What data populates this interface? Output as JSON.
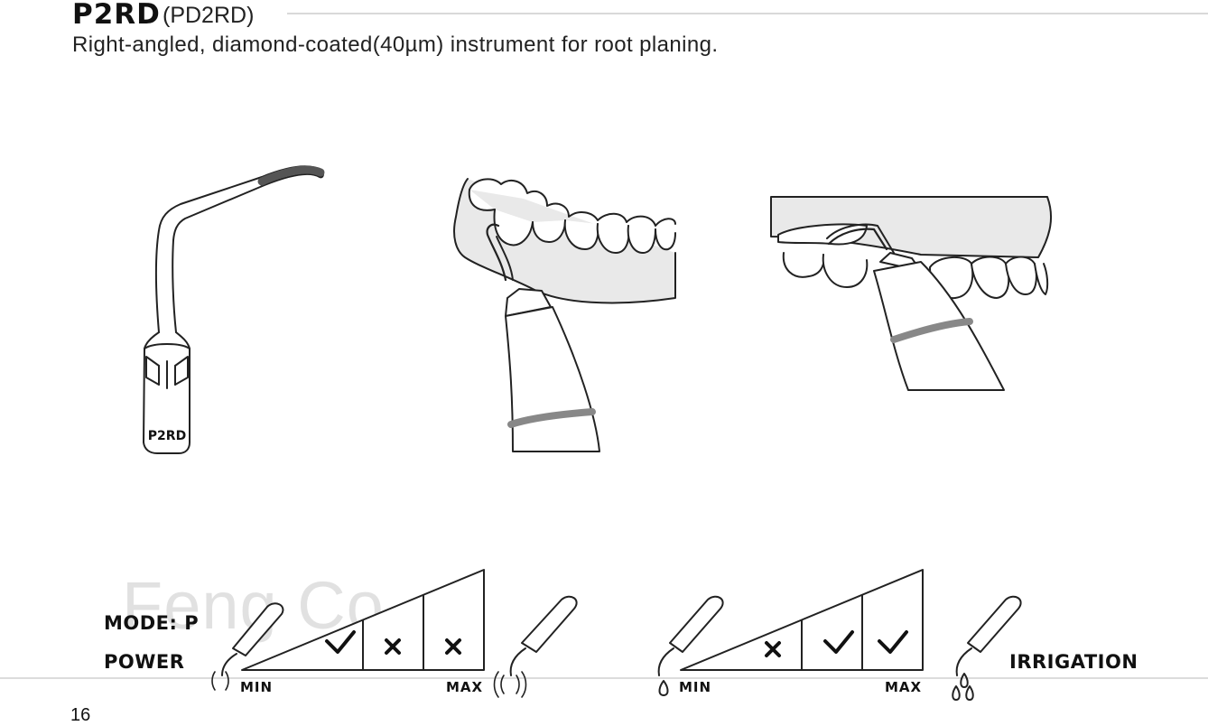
{
  "header": {
    "code": "P2RD",
    "alt_code": "(PD2RD)",
    "description": "Right-angled, diamond-coated(40µm) instrument for root planing."
  },
  "illustrations": {
    "tip_label": "P2RD"
  },
  "watermark": "Feng Co.",
  "settings": {
    "mode_label": "MODE: P",
    "power_label": "POWER",
    "irrigation_label": "IRRIGATION",
    "power_scale": {
      "min": "MIN",
      "max": "MAX",
      "levels": [
        "check",
        "cross",
        "cross"
      ]
    },
    "irrigation_scale": {
      "min": "MIN",
      "max": "MAX",
      "levels": [
        "cross",
        "check",
        "check"
      ]
    }
  },
  "page_number": "16"
}
